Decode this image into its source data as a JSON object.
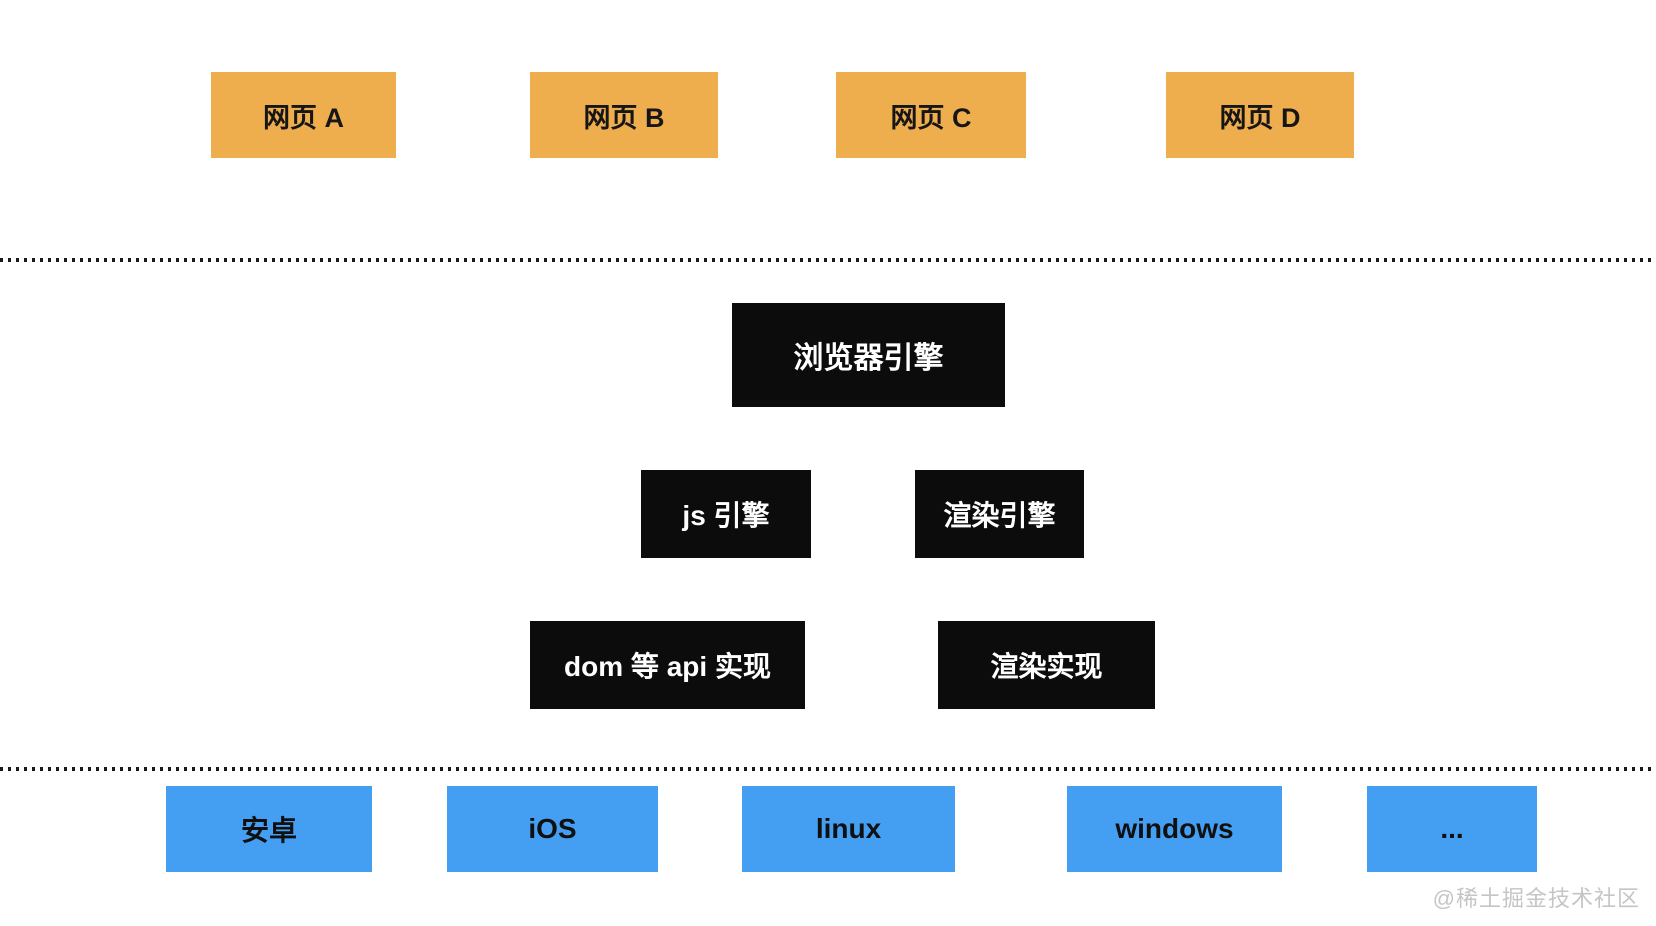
{
  "diagram": {
    "colors": {
      "webpage_box": "#efae4e",
      "engine_box": "#0c0c0c",
      "engine_text": "#ffffff",
      "platform_box": "#449ff2",
      "divider_dot": "#1a1a1a",
      "watermark_text": "#c5c5c5"
    },
    "webpages": [
      {
        "label": "网页 A"
      },
      {
        "label": "网页 B"
      },
      {
        "label": "网页 C"
      },
      {
        "label": "网页 D"
      }
    ],
    "browser_engine": {
      "label": "浏览器引擎"
    },
    "sub_engines": [
      {
        "label": "js 引擎"
      },
      {
        "label": "渲染引擎"
      }
    ],
    "implementations": [
      {
        "label": "dom 等 api 实现"
      },
      {
        "label": "渲染实现"
      }
    ],
    "platforms": [
      {
        "label": "安卓"
      },
      {
        "label": "iOS"
      },
      {
        "label": "linux"
      },
      {
        "label": "windows"
      },
      {
        "label": "..."
      }
    ],
    "watermark": "@稀土掘金技术社区"
  }
}
